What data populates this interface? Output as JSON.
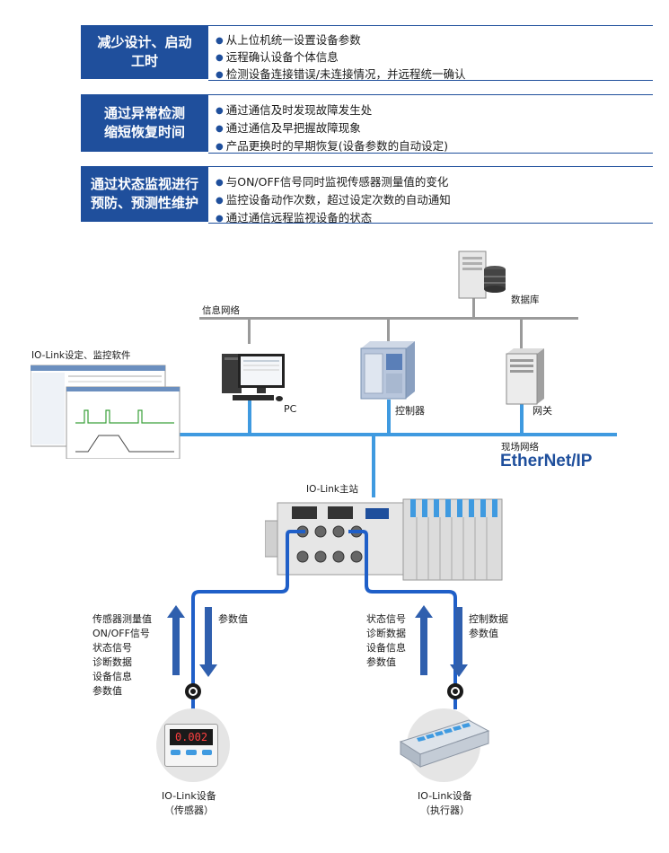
{
  "benefits": [
    {
      "title_lines": [
        "减少设计、启动",
        "工时"
      ],
      "items": [
        "从上位机统一设置设备参数",
        "远程确认设备个体信息",
        "检测设备连接错误/未连接情况，并远程统一确认"
      ]
    },
    {
      "title_lines": [
        "通过异常检测",
        "缩短恢复时间"
      ],
      "items": [
        "通过通信及时发现故障发生处",
        "通过通信及早把握故障现象",
        "产品更换时的早期恢复(设备参数的自动设定)"
      ]
    },
    {
      "title_lines": [
        "通过状态监视进行",
        "预防、预测性维护"
      ],
      "items": [
        "与ON/OFF信号同时监视传感器测量值的变化",
        "监控设备动作次数，超过设定次数的自动通知",
        "通过通信远程监视设备的状态"
      ]
    }
  ],
  "network": {
    "info_network": "信息网络",
    "database": "数据库",
    "software": "IO-Link设定、监控软件",
    "pc": "PC",
    "controller": "控制器",
    "gateway": "网关",
    "field_network": "现场网络",
    "ethernet_ip": "EtherNet/IP",
    "master": "IO-Link主站"
  },
  "flows": {
    "left_up": [
      "传感器测量值",
      "ON/OFF信号",
      "状态信号",
      "诊断数据",
      "设备信息",
      "参数值"
    ],
    "left_down": [
      "参数值"
    ],
    "right_up": [
      "状态信号",
      "诊断数据",
      "设备信息",
      "参数值"
    ],
    "right_down": [
      "控制数据",
      "参数值"
    ]
  },
  "devices": {
    "sensor_line1": "IO-Link设备",
    "sensor_line2": "（传感器）",
    "actuator_line1": "IO-Link设备",
    "actuator_line2": "（执行器）",
    "sensor_display": "0.002"
  },
  "colors": {
    "brand_blue": "#1f4f9c",
    "network_blue": "#3f9ae0",
    "arrow_blue": "#2f5fae"
  }
}
